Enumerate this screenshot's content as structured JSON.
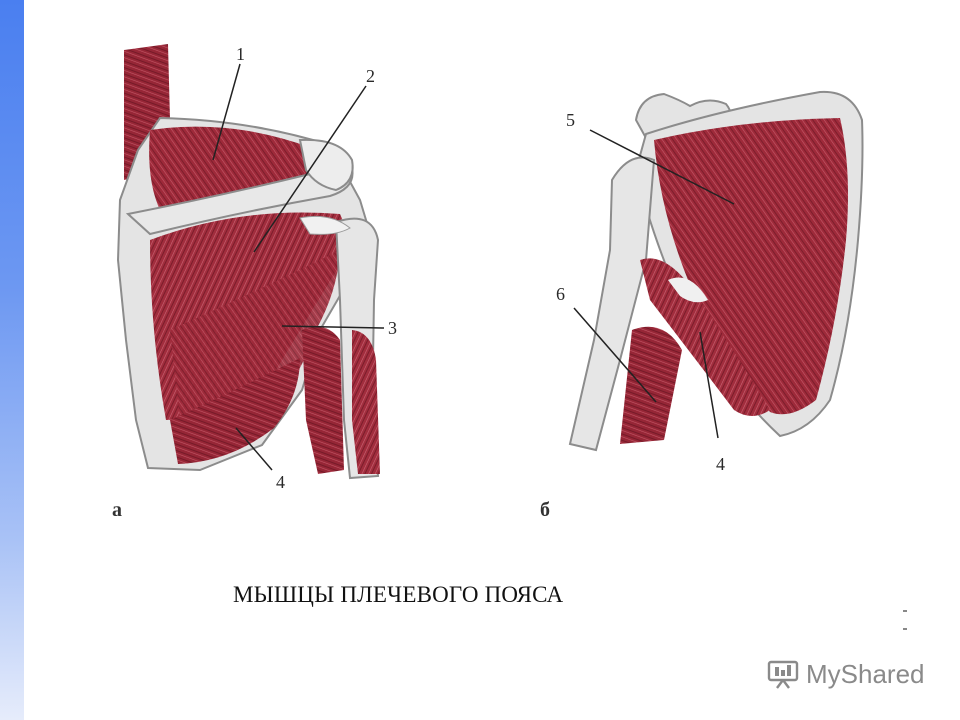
{
  "panels": [
    {
      "id": "a",
      "label": "а"
    },
    {
      "id": "b",
      "label": "б"
    }
  ],
  "callouts": {
    "a": [
      "1",
      "2",
      "3",
      "4"
    ],
    "b": [
      "5",
      "6",
      "4"
    ]
  },
  "caption": "МЫШЦЫ ПЛЕЧЕВОГО ПОЯСА",
  "watermark": {
    "text": "MyShared",
    "icon": "presentation-board-icon"
  },
  "colors": {
    "muscle": "#9e2a3a",
    "muscle_dark": "#7a1e2c",
    "bone": "#e4e4e4",
    "bone_stroke": "#8c8c8c",
    "accent_strip": "#4a7ff0"
  }
}
